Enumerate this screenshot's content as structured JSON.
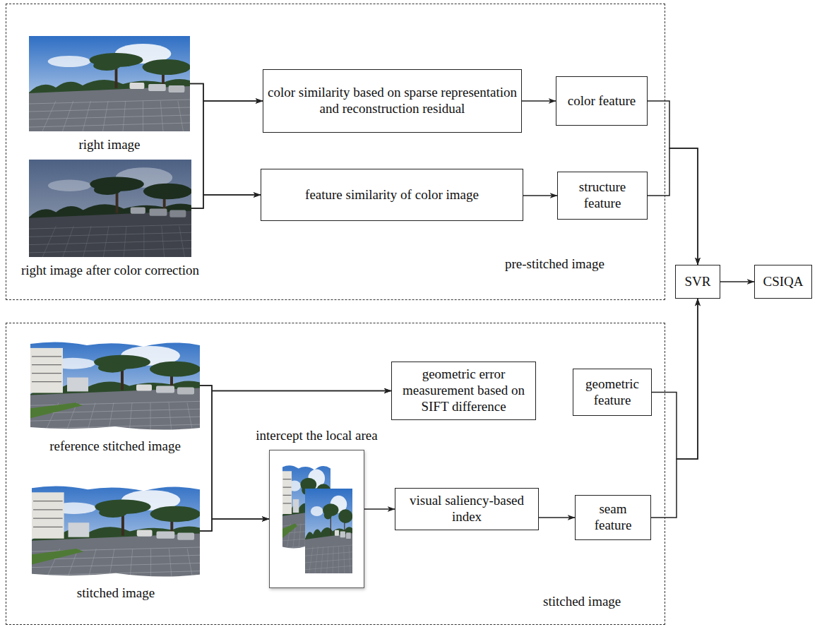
{
  "diagram": {
    "nodes": [
      {
        "text": [
          "pre-stitched image"
        ]
      },
      {
        "text": [
          "right image"
        ],
        "in": 0
      },
      {
        "text": [
          "color similarity based on sparse representation and reconstruction residual"
        ],
        "in": 0
      },
      {
        "text": [
          "color feature"
        ],
        "in": 0
      },
      {
        "text": [
          "right image after color correction"
        ],
        "in": 0
      },
      {
        "text": [
          "feature similarity of color image"
        ],
        "in": 0
      },
      {
        "text": [
          "structure feature"
        ],
        "in": 0
      },
      {
        "text": [
          "SVR"
        ]
      },
      {
        "text": [
          "CSIQA"
        ]
      },
      {
        "text": [
          "stitched image"
        ]
      },
      {
        "text": [
          "reference stitched image"
        ],
        "in": 9
      },
      {
        "text": [
          "geometric error measurement based on SIFT difference"
        ],
        "in": 9
      },
      {
        "text": [
          "geometric feature"
        ],
        "in": 9
      },
      {
        "text": [
          "intercept the local area"
        ],
        "in": 9
      },
      {
        "text": [
          "visual saliency-based index"
        ],
        "in": 9
      },
      {
        "text": [
          "seam feature"
        ],
        "in": 9
      },
      {
        "text": [
          "stitched image"
        ],
        "in": 9
      }
    ],
    "edges": [
      {
        "from": 1,
        "to": 2,
        "arrow": "to"
      },
      {
        "from": 1,
        "to": 5,
        "arrow": "to"
      },
      {
        "from": 4,
        "to": 2,
        "arrow": "to"
      },
      {
        "from": 4,
        "to": 5,
        "arrow": "to"
      },
      {
        "from": 2,
        "to": 3,
        "arrow": "to"
      },
      {
        "from": 5,
        "to": 6,
        "arrow": "to"
      },
      {
        "from": 3,
        "to": 7,
        "arrow": "to"
      },
      {
        "from": 6,
        "to": 7,
        "arrow": "to"
      },
      {
        "from": 7,
        "to": 8,
        "arrow": "to"
      },
      {
        "from": 10,
        "to": 11,
        "arrow": "to"
      },
      {
        "from": 10,
        "to": 13,
        "arrow": "to"
      },
      {
        "from": 16,
        "to": 11,
        "arrow": "to"
      },
      {
        "from": 16,
        "to": 13,
        "arrow": "to"
      },
      {
        "from": 13,
        "to": 14,
        "arrow": "to"
      },
      {
        "from": 14,
        "to": 15,
        "arrow": "to"
      },
      {
        "from": 12,
        "to": 7,
        "arrow": "to"
      },
      {
        "from": 15,
        "to": 7,
        "arrow": "to"
      }
    ]
  }
}
